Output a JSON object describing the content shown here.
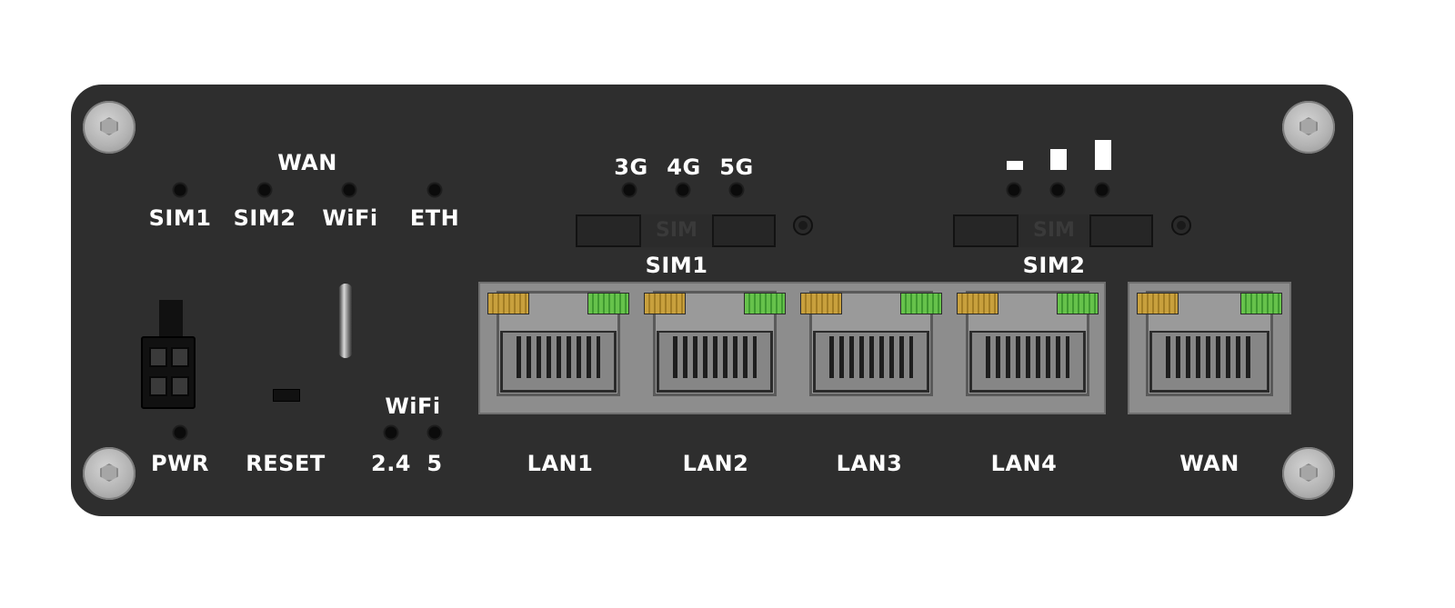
{
  "device_labels": {
    "wan_heading": "WAN",
    "sim1": "SIM1",
    "sim2": "SIM2",
    "wifi": "WiFi",
    "eth": "ETH",
    "net_3g": "3G",
    "net_4g": "4G",
    "net_5g": "5G",
    "slot_sim1": "SIM1",
    "slot_sim2": "SIM2",
    "slot_emboss": "SIM",
    "pwr": "PWR",
    "reset": "RESET",
    "wifi_heading": "WiFi",
    "wifi_24": "2.4",
    "wifi_5": "5",
    "lan1": "LAN1",
    "lan2": "LAN2",
    "lan3": "LAN3",
    "lan4": "LAN4",
    "wan_port": "WAN"
  },
  "colors": {
    "panel": "#2e2e2e",
    "port_body": "#8d8d8d",
    "led_amber": "#c8a03d",
    "led_green": "#66c24b",
    "label": "#ffffff"
  },
  "icons": [
    "signal-strength-low-icon",
    "signal-strength-medium-icon",
    "signal-strength-high-icon"
  ]
}
